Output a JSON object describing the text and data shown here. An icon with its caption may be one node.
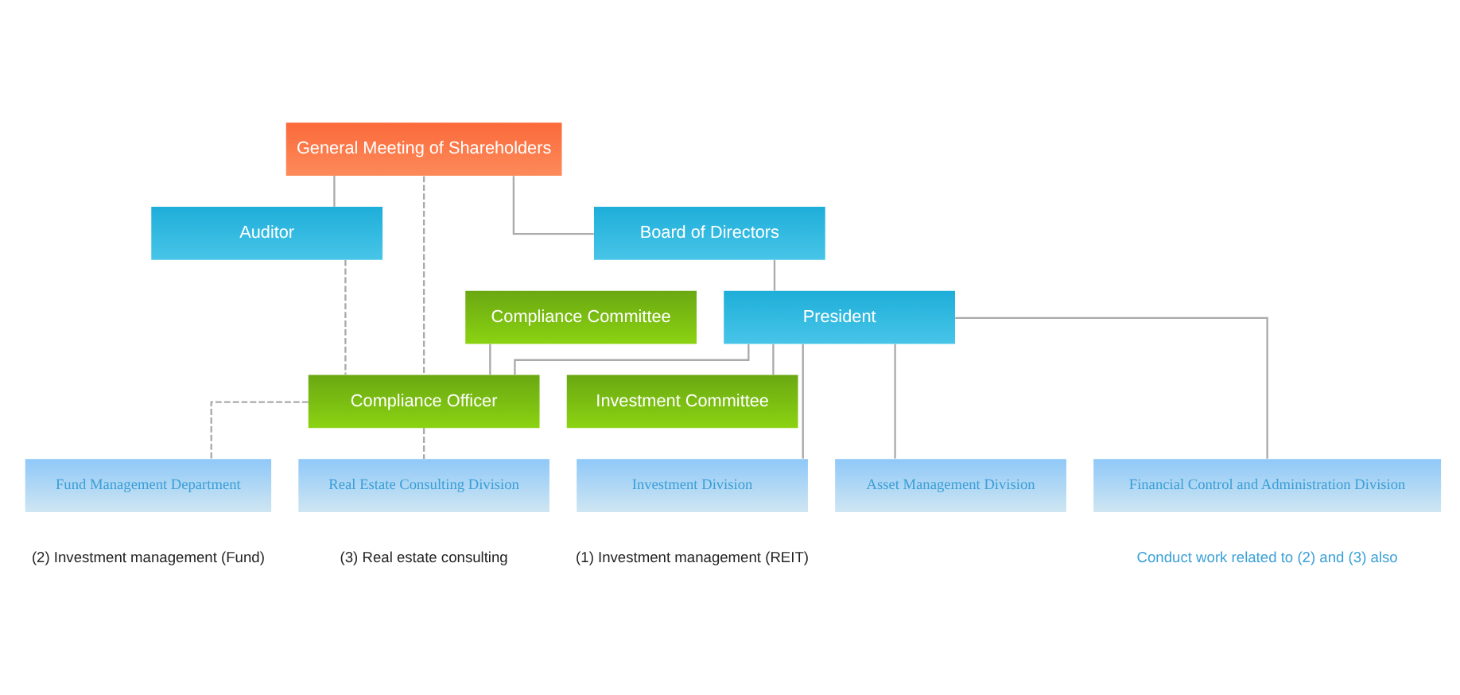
{
  "diagram": {
    "nodes": [
      {
        "text": [
          "General Meeting of Shareholders"
        ]
      },
      {
        "text": [
          "Auditor"
        ]
      },
      {
        "text": [
          "Board of Directors"
        ]
      },
      {
        "text": [
          "Compliance Committee"
        ]
      },
      {
        "text": [
          "President"
        ]
      },
      {
        "text": [
          "Investment Committee"
        ]
      },
      {
        "text": [
          "Compliance Officer"
        ]
      },
      {
        "text": [
          "Investment Division"
        ],
        "beside": [
          "(1) Investment management (REIT)"
        ]
      },
      {
        "text": [
          "Asset Management Division"
        ]
      },
      {
        "text": [
          "Financial Control and Administration Division"
        ],
        "beside": [
          "Conduct work related to (2) and (3) also"
        ]
      },
      {
        "text": [
          "Fund Management Department"
        ],
        "beside": [
          "(2) Investment management (Fund)"
        ]
      },
      {
        "text": [
          "Real Estate Consulting Division"
        ],
        "beside": [
          "(3) Real estate consulting"
        ]
      }
    ],
    "edges": [
      {
        "from": 0,
        "to": 1,
        "arrow": "none"
      },
      {
        "from": 0,
        "to": 2,
        "arrow": "none"
      },
      {
        "from": 2,
        "to": 4,
        "arrow": "none"
      },
      {
        "from": 1,
        "to": 6,
        "arrow": "none",
        "style": "dashed"
      },
      {
        "from": 0,
        "to": 6,
        "arrow": "none",
        "style": "dashed"
      },
      {
        "from": 4,
        "to": 5,
        "arrow": "none"
      },
      {
        "from": 4,
        "to": 6,
        "arrow": "none"
      },
      {
        "from": 3,
        "to": 6,
        "arrow": "none"
      },
      {
        "from": 4,
        "to": 7,
        "arrow": "none"
      },
      {
        "from": 4,
        "to": 8,
        "arrow": "none"
      },
      {
        "from": 4,
        "to": 9,
        "arrow": "none"
      },
      {
        "from": 6,
        "to": 10,
        "arrow": "none",
        "style": "dashed"
      },
      {
        "from": 6,
        "to": 11,
        "arrow": "none",
        "style": "dashed"
      }
    ]
  }
}
